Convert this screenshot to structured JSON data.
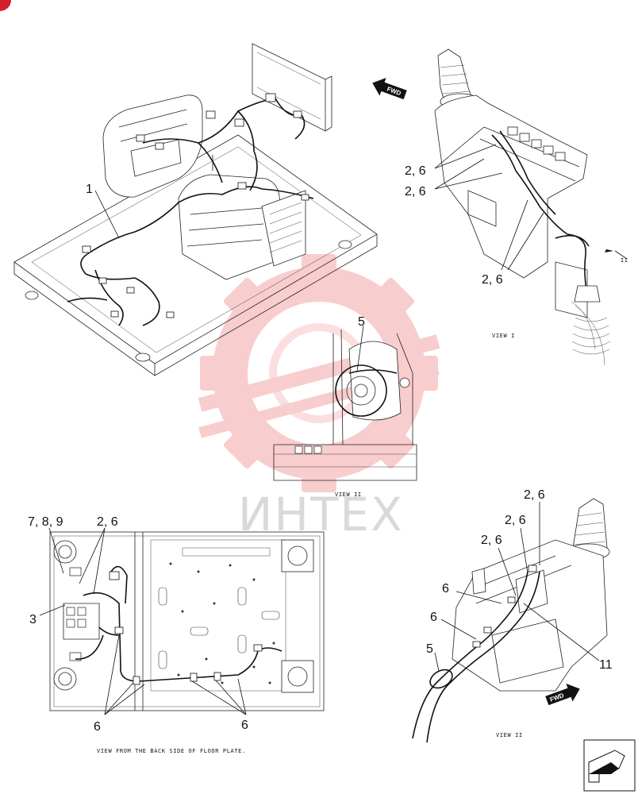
{
  "callouts": {
    "main_1": "1",
    "view1_a": "2, 6",
    "view1_b": "2, 6",
    "view1_c": "2, 6",
    "view3_5": "5",
    "plate_789": "7, 8, 9",
    "plate_26": "2, 6",
    "plate_3": "3",
    "plate_6a": "6",
    "plate_6b": "6",
    "view2_26a": "2, 6",
    "view2_26b": "2, 6",
    "view2_26c": "2, 6",
    "view2_6a": "6",
    "view2_6b": "6",
    "view2_5": "5",
    "view2_11": "11"
  },
  "captions": {
    "view_i": "VIEW I",
    "view_ii_top": "VIEW II",
    "view_ii_bottom": "VIEW II",
    "floor_plate": "VIEW FROM THE BACK SIDE OF FLOOR PLATE.",
    "arrow_ii": "II"
  },
  "arrows": {
    "fwd_top": "FWD",
    "fwd_bottom": "FWD"
  },
  "watermark": {
    "text": "ИНТЕХ",
    "color": "#e8252a"
  },
  "colors": {
    "line": "#222222",
    "watermark_gear": "#f4a6a6",
    "corner_badge": "#d41f2a"
  }
}
